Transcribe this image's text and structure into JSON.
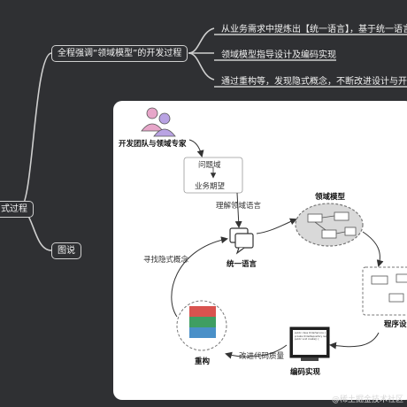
{
  "mindmap": {
    "root_label": "式过程",
    "branch_process": "全程强调“领域模型”的开发过程",
    "branch_illustration": "图说",
    "leaves": [
      "从业务需求中提炼出【统一语言】，基于统一语言",
      "领域模型指导设计及编码实现",
      "通过重构等，发现隐式概念，不断改进设计与开发"
    ]
  },
  "diagram": {
    "team_label": "开发团队与领域专家",
    "problem_domain": "问题域",
    "business_expectation": "业务期望",
    "understand_language": "理解领域语言",
    "domain_model": "领域模型",
    "ubiquitous_language": "统一语言",
    "find_implicit": "寻找隐式概念",
    "program_design": "程序设",
    "refactor": "重构",
    "improve_quality": "改进代码质量",
    "code_impl": "编码实现",
    "code_line1": "public class OrderService {",
    "code_line2": "private OrderRepository repo;",
    "code_line3": "public void create() {"
  },
  "watermark": "@稀土掘金技术社区",
  "colors": {
    "background": "#2f3033",
    "line": "#cfcfcf",
    "panel": "#ffffff",
    "person_pink": "#e7a6c9",
    "person_purple": "#b9a3e3",
    "red_block": "#d9534f",
    "green_block": "#3f9e62",
    "blue_block": "#4a90c8"
  }
}
